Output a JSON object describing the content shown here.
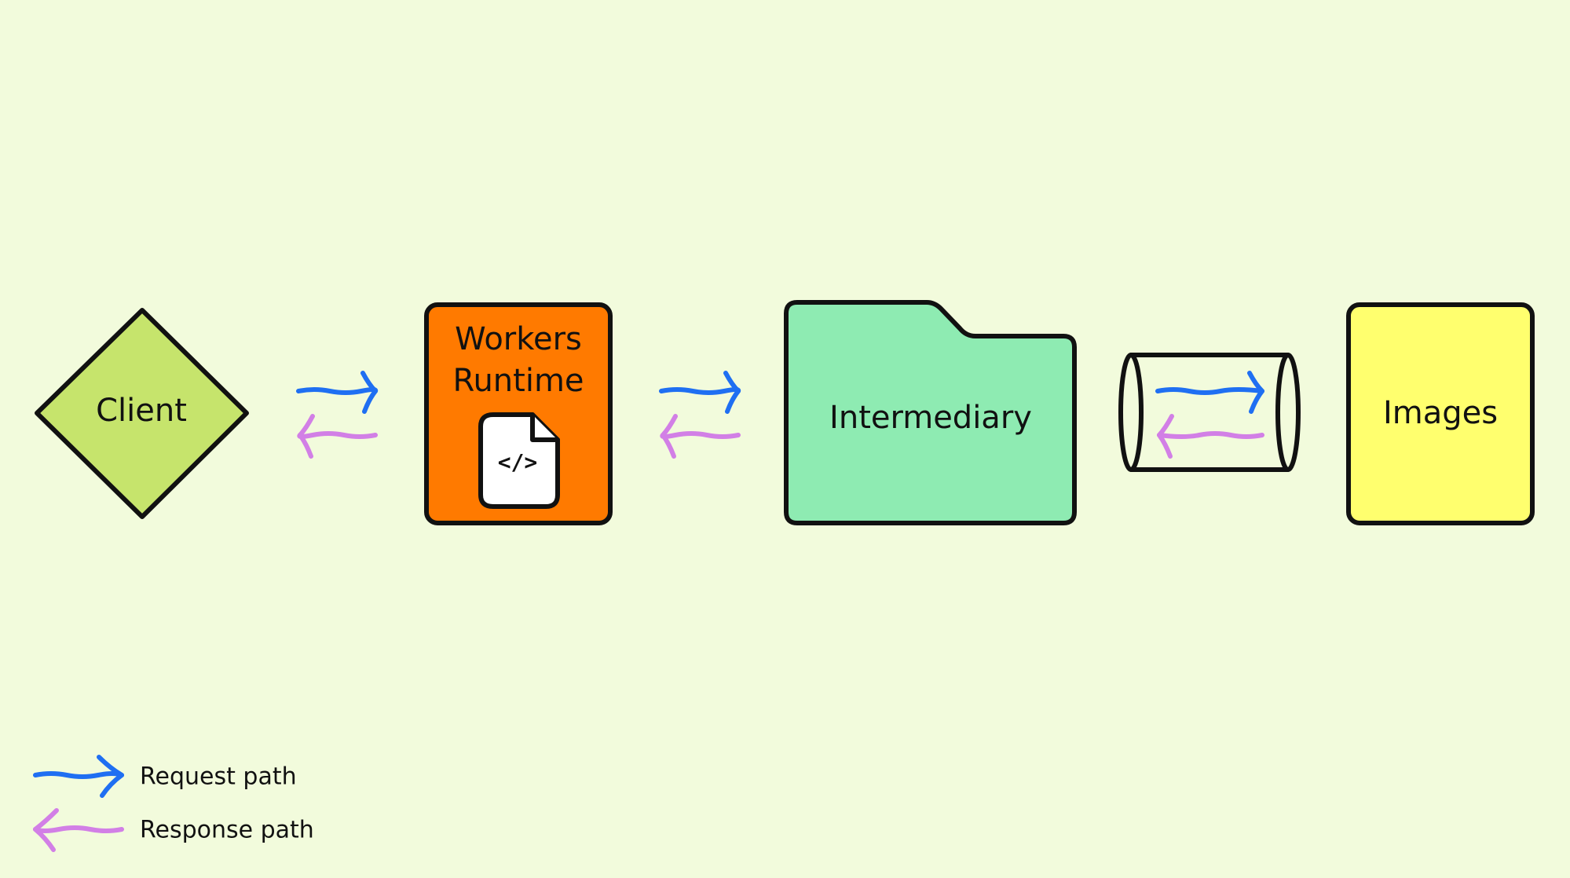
{
  "nodes": {
    "client": {
      "label": "Client",
      "color": "#c6e46c"
    },
    "workers": {
      "label_line1": "Workers",
      "label_line2": "Runtime",
      "color": "#ff7a00",
      "code_glyph": "</>"
    },
    "intermediary": {
      "label": "Intermediary",
      "color": "#8eebb2"
    },
    "pipe": {
      "color": "#f2fbdc"
    },
    "images": {
      "label": "Images",
      "color": "#ffff6e"
    }
  },
  "legend": {
    "request_label": "Request path",
    "response_label": "Response path"
  },
  "colors": {
    "background": "#f2fbdc",
    "request": "#1f6ff2",
    "response": "#d27fe6",
    "outline": "#111111"
  },
  "icons": {
    "workers_file": "code-file-icon",
    "pipe": "pipe-cylinder-icon"
  }
}
